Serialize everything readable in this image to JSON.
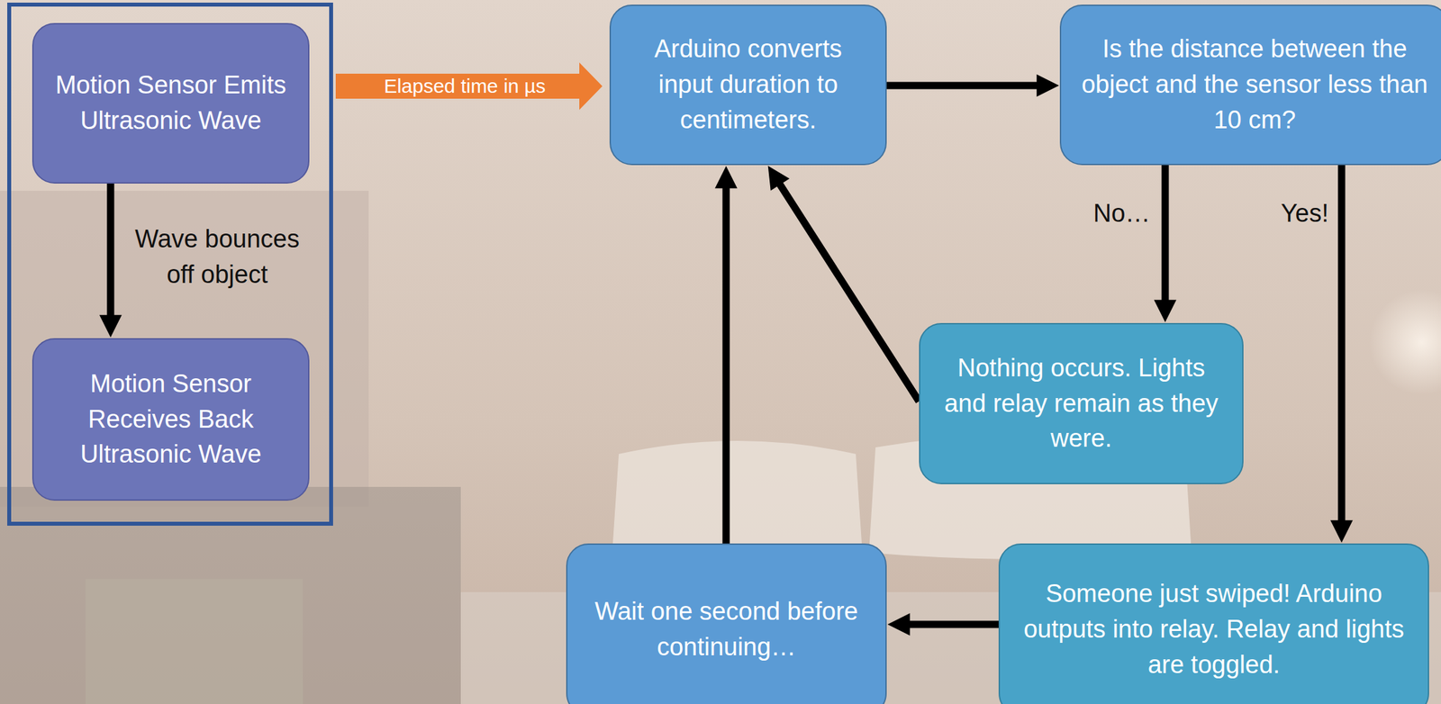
{
  "diagram": {
    "nodes": [
      {
        "text": [
          "Motion Sensor Emits Ultrasonic Wave"
        ]
      },
      {
        "text": [
          "Motion Sensor Receives Back Ultrasonic Wave"
        ]
      },
      {
        "text": [
          "Arduino converts input duration to centimeters."
        ]
      },
      {
        "text": [
          "Is the distance between the object and the sensor less than 10 cm?"
        ]
      },
      {
        "text": [
          "Nothing occurs. Lights and relay remain as they were."
        ]
      },
      {
        "text": [
          "Someone just swiped! Arduino outputs into relay. Relay and lights are toggled."
        ]
      },
      {
        "text": [
          "Wait one second before continuing…"
        ]
      }
    ],
    "edges": [
      {
        "from": 0,
        "to": 1,
        "label": "Wave bounces off object",
        "arrow": "to"
      },
      {
        "from": 2,
        "to": 3,
        "arrow": "to"
      },
      {
        "from": 3,
        "to": 4,
        "label": "No…",
        "arrow": "to"
      },
      {
        "from": 3,
        "to": 5,
        "label": "Yes!",
        "arrow": "to"
      },
      {
        "from": 5,
        "to": 6,
        "arrow": "to"
      },
      {
        "from": 6,
        "to": 2,
        "arrow": "to"
      },
      {
        "from": 4,
        "to": 2,
        "arrow": "to"
      }
    ],
    "labels": [
      "Elapsed time in µs"
    ]
  }
}
